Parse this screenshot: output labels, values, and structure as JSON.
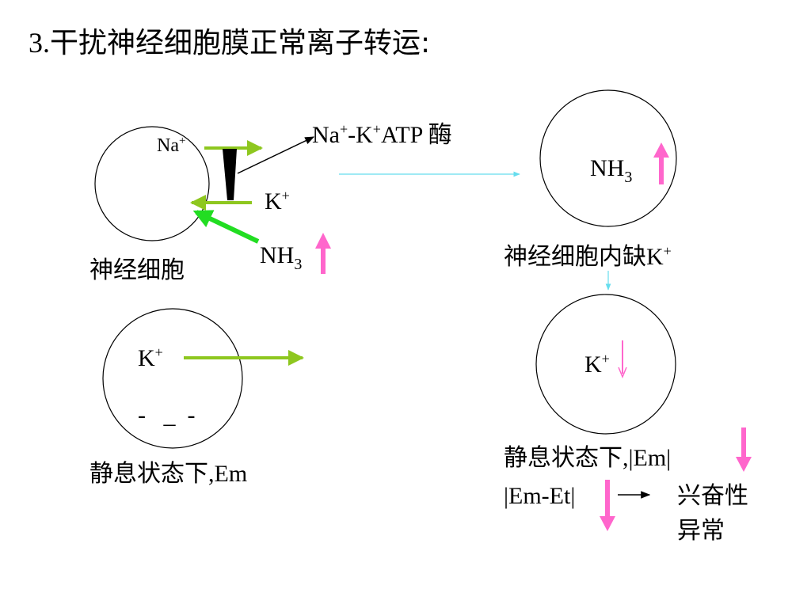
{
  "slide": {
    "title_number": "3.",
    "title_text": "干扰神经细胞膜正常离子转运:"
  },
  "diagram": {
    "top_left": {
      "na_label": "Na",
      "na_sup": "+",
      "enzyme_label": "Na",
      "enzyme_sup1": "+",
      "enzyme_mid": "-K",
      "enzyme_sup2": "+",
      "enzyme_tail": "ATP ",
      "enzyme_cjk": "酶",
      "k_label": "K",
      "k_sup": "+",
      "nh3_label": "NH",
      "nh3_sub": "3",
      "caption": "神经细胞"
    },
    "top_right": {
      "nh3_label": "NH",
      "nh3_sub": "3",
      "caption_cjk": "神经细胞内缺",
      "caption_k": "K",
      "caption_sup": "+"
    },
    "bottom_left": {
      "k_label": "K",
      "k_sup": "+",
      "charge_marks": "-   _  -",
      "caption_cjk": "静息状态下",
      "caption_em": ",Em"
    },
    "bottom_right": {
      "k_label": "K",
      "k_sup": "+",
      "caption1_cjk": "静息状态下",
      "caption1_em": ",|Em|",
      "caption2": "|Em-Et|",
      "result_line1": "兴奋性",
      "result_line2": "异常"
    },
    "colors": {
      "ion_arrow": "#8ec71f",
      "nh3_arrow": "#22dd22",
      "indicator_arrow": "#ff66cc",
      "flow_arrow": "#66ddee",
      "pointer": "#000000"
    }
  }
}
